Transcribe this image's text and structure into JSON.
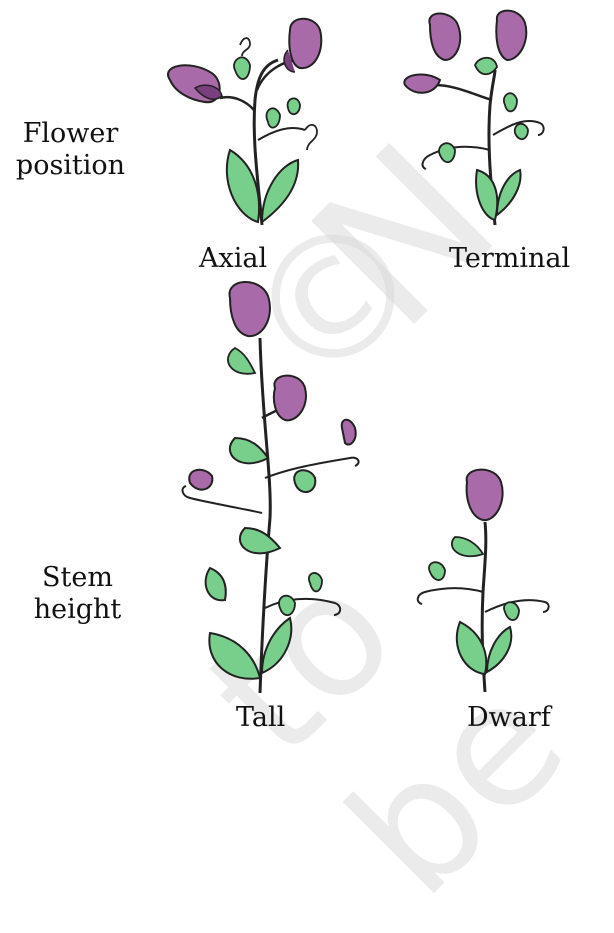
{
  "row_labels": {
    "flower_position": {
      "line1": "Flower",
      "line2": "position"
    },
    "stem_height": {
      "line1": "Stem",
      "line2": "height"
    }
  },
  "plants": {
    "axial": {
      "caption": "Axial"
    },
    "terminal": {
      "caption": "Terminal"
    },
    "tall": {
      "caption": "Tall"
    },
    "dwarf": {
      "caption": "Dwarf"
    }
  },
  "colors": {
    "petal": "#a86aa8",
    "petal_dark": "#7a3f7e",
    "leaf": "#78cf8c",
    "leaf_dark": "#3ea65a",
    "stem": "#222222"
  }
}
